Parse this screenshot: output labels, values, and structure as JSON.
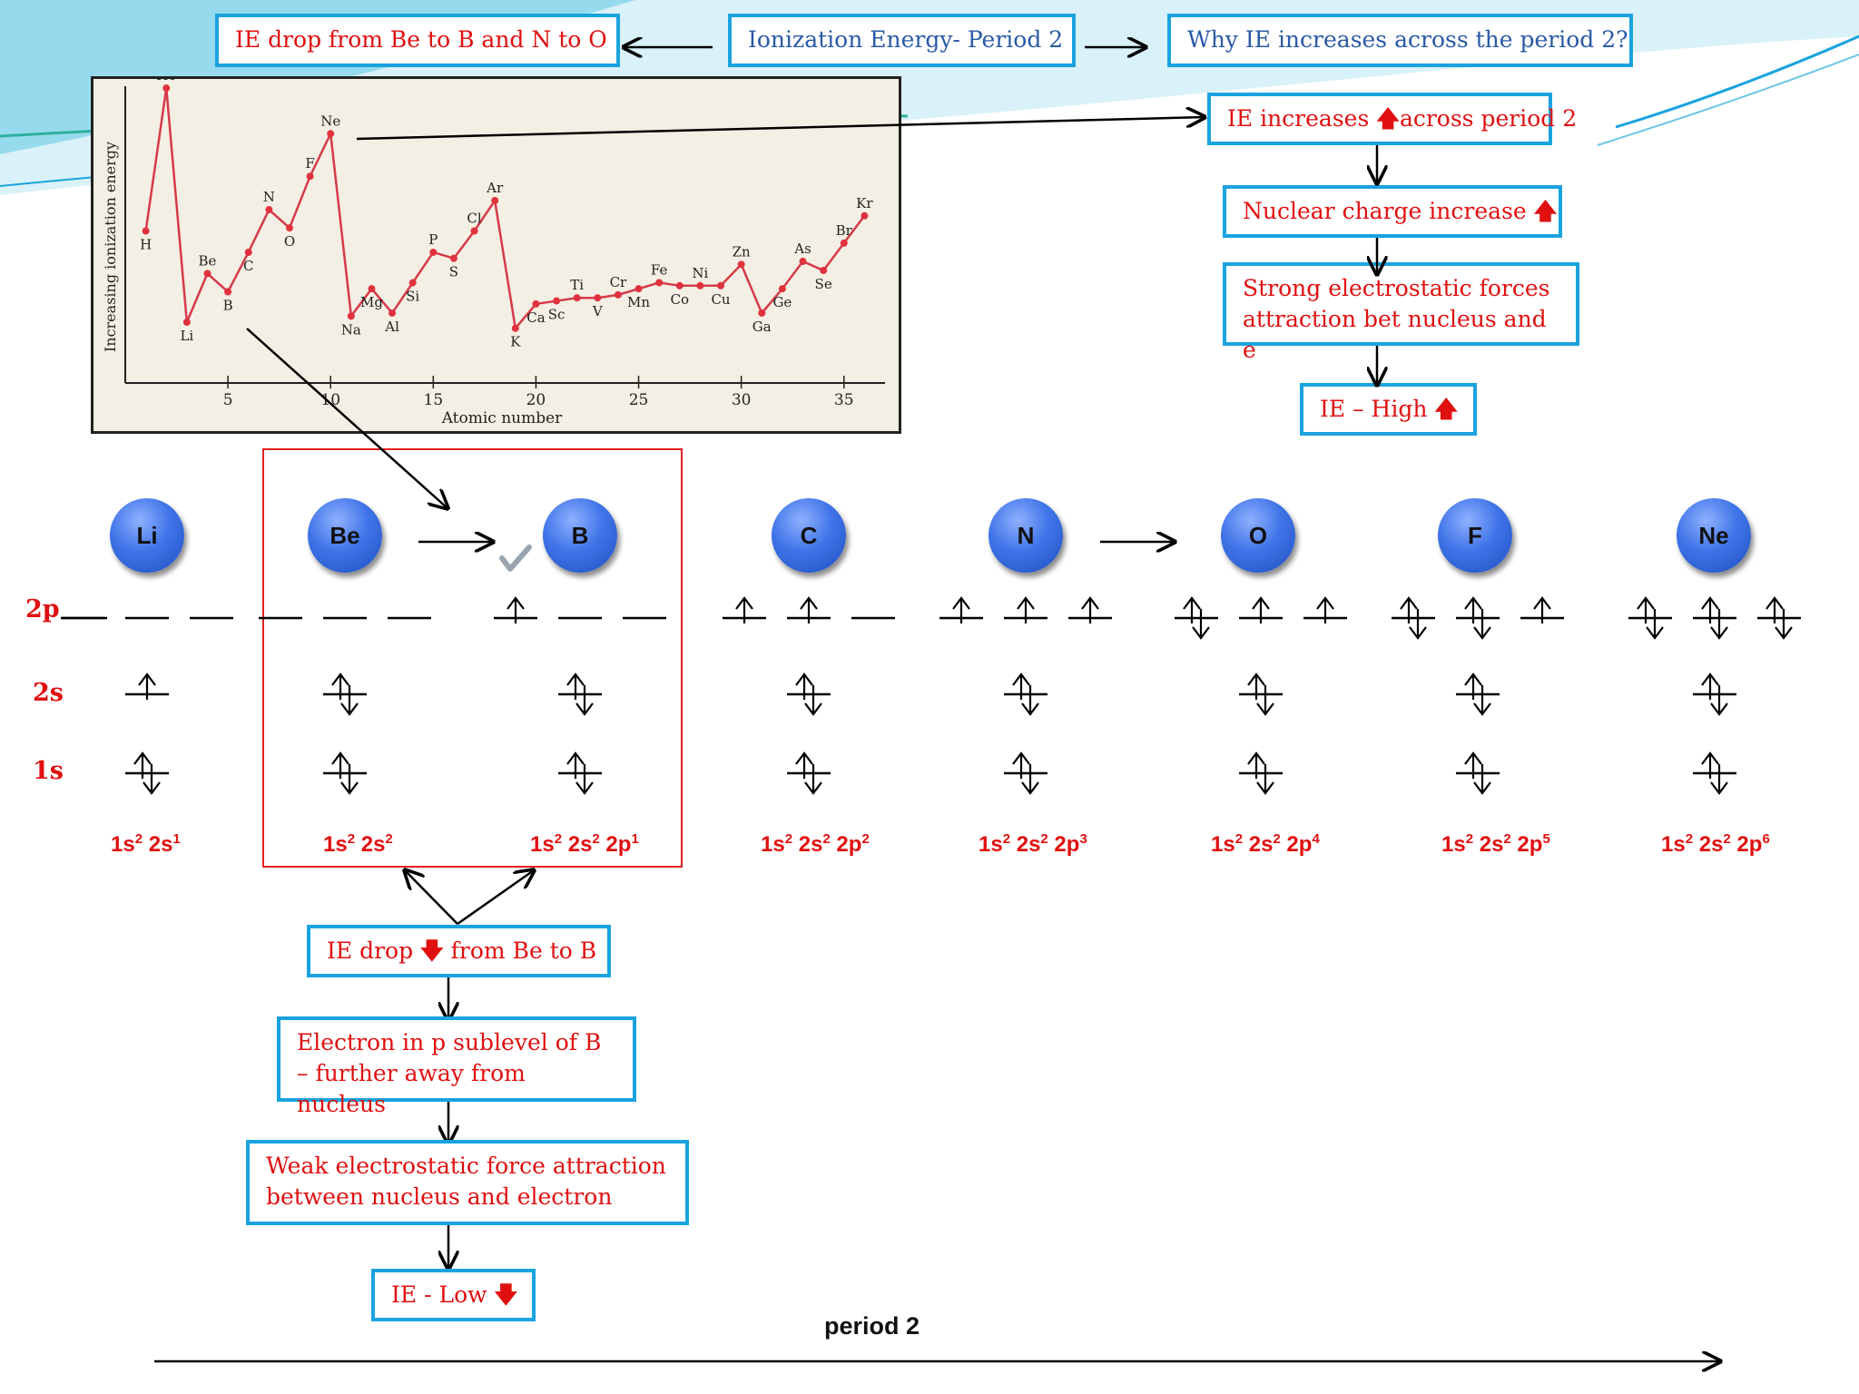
{
  "title_boxes": {
    "main": "Ionization Energy- Period 2",
    "left": "IE drop from Be to B and N to O",
    "right": "Why IE increases across the period 2?"
  },
  "right_flow": {
    "step1_a": "IE increases ",
    "step1_b": "across period 2",
    "step2": "Nuclear charge increase ",
    "step3_line1": "Strong electrostatic forces",
    "step3_line2": "attraction bet nucleus and e",
    "step4": "IE – High "
  },
  "left_flow": {
    "step1_a": "IE drop ",
    "step1_b": " from Be to B",
    "step2_line1": "Electron in p sublevel of B",
    "step2_line2": "– further away from nucleus",
    "step3_line1": "Weak electrostatic force attraction",
    "step3_line2": "between nucleus and electron",
    "step4": "IE - Low "
  },
  "icons": {
    "up": "red-up-arrow-icon",
    "down": "red-down-arrow-icon",
    "check": "checkmark-icon"
  },
  "levels": {
    "p2": "2p",
    "s2": "2s",
    "s1": "1s"
  },
  "atoms": [
    "Li",
    "Be",
    "B",
    "C",
    "N",
    "O",
    "F",
    "Ne"
  ],
  "configs": [
    [
      [
        "1s",
        "2"
      ],
      [
        " 2s",
        "1"
      ]
    ],
    [
      [
        "1s",
        "2"
      ],
      [
        " 2s",
        "2"
      ]
    ],
    [
      [
        "1s",
        "2"
      ],
      [
        " 2s",
        "2"
      ],
      [
        " 2p",
        "1"
      ]
    ],
    [
      [
        "1s",
        "2"
      ],
      [
        " 2s",
        "2"
      ],
      [
        " 2p",
        "2"
      ]
    ],
    [
      [
        "1s",
        "2"
      ],
      [
        " 2s",
        "2"
      ],
      [
        " 2p",
        "3"
      ]
    ],
    [
      [
        "1s",
        "2"
      ],
      [
        " 2s",
        "2"
      ],
      [
        " 2p",
        "4"
      ]
    ],
    [
      [
        "1s",
        "2"
      ],
      [
        " 2s",
        "2"
      ],
      [
        " 2p",
        "5"
      ]
    ],
    [
      [
        "1s",
        "2"
      ],
      [
        " 2s",
        "2"
      ],
      [
        " 2p",
        "6"
      ]
    ]
  ],
  "orbitals": [
    {
      "s1": 2,
      "s2": 1,
      "p": [
        0,
        0,
        0
      ]
    },
    {
      "s1": 2,
      "s2": 2,
      "p": [
        0,
        0,
        0
      ]
    },
    {
      "s1": 2,
      "s2": 2,
      "p": [
        1,
        0,
        0
      ]
    },
    {
      "s1": 2,
      "s2": 2,
      "p": [
        1,
        1,
        0
      ]
    },
    {
      "s1": 2,
      "s2": 2,
      "p": [
        1,
        1,
        1
      ]
    },
    {
      "s1": 2,
      "s2": 2,
      "p": [
        2,
        1,
        1
      ]
    },
    {
      "s1": 2,
      "s2": 2,
      "p": [
        2,
        2,
        1
      ]
    },
    {
      "s1": 2,
      "s2": 2,
      "p": [
        2,
        2,
        2
      ]
    }
  ],
  "period_label": "period 2",
  "chart_data": {
    "type": "line",
    "xlabel": "Atomic number",
    "ylabel": "Increasing ionization energy",
    "xticks": [
      5,
      10,
      15,
      20,
      25,
      30,
      35
    ],
    "xlim": [
      0,
      37
    ],
    "ylim": [
      0,
      1
    ],
    "y_units": "relative (no numeric scale shown)",
    "points": [
      {
        "z": 1,
        "label": "H",
        "y": 0.5
      },
      {
        "z": 2,
        "label": "He",
        "y": 0.97
      },
      {
        "z": 3,
        "label": "Li",
        "y": 0.2
      },
      {
        "z": 4,
        "label": "Be",
        "y": 0.36
      },
      {
        "z": 5,
        "label": "B",
        "y": 0.3
      },
      {
        "z": 6,
        "label": "C",
        "y": 0.43
      },
      {
        "z": 7,
        "label": "N",
        "y": 0.57
      },
      {
        "z": 8,
        "label": "O",
        "y": 0.51
      },
      {
        "z": 9,
        "label": "F",
        "y": 0.68
      },
      {
        "z": 10,
        "label": "Ne",
        "y": 0.82
      },
      {
        "z": 11,
        "label": "Na",
        "y": 0.22
      },
      {
        "z": 12,
        "label": "Mg",
        "y": 0.31
      },
      {
        "z": 13,
        "label": "Al",
        "y": 0.23
      },
      {
        "z": 14,
        "label": "Si",
        "y": 0.33
      },
      {
        "z": 15,
        "label": "P",
        "y": 0.43
      },
      {
        "z": 16,
        "label": "S",
        "y": 0.41
      },
      {
        "z": 17,
        "label": "Cl",
        "y": 0.5
      },
      {
        "z": 18,
        "label": "Ar",
        "y": 0.6
      },
      {
        "z": 19,
        "label": "K",
        "y": 0.18
      },
      {
        "z": 20,
        "label": "Ca",
        "y": 0.26
      },
      {
        "z": 21,
        "label": "Sc",
        "y": 0.27
      },
      {
        "z": 22,
        "label": "Ti",
        "y": 0.28
      },
      {
        "z": 23,
        "label": "V",
        "y": 0.28
      },
      {
        "z": 24,
        "label": "Cr",
        "y": 0.29
      },
      {
        "z": 25,
        "label": "Mn",
        "y": 0.31
      },
      {
        "z": 26,
        "label": "Fe",
        "y": 0.33
      },
      {
        "z": 27,
        "label": "Co",
        "y": 0.32
      },
      {
        "z": 28,
        "label": "Ni",
        "y": 0.32
      },
      {
        "z": 29,
        "label": "Cu",
        "y": 0.32
      },
      {
        "z": 30,
        "label": "Zn",
        "y": 0.39
      },
      {
        "z": 31,
        "label": "Ga",
        "y": 0.23
      },
      {
        "z": 32,
        "label": "Ge",
        "y": 0.31
      },
      {
        "z": 33,
        "label": "As",
        "y": 0.4
      },
      {
        "z": 34,
        "label": "Se",
        "y": 0.37
      },
      {
        "z": 35,
        "label": "Br",
        "y": 0.46
      },
      {
        "z": 36,
        "label": "Kr",
        "y": 0.55
      }
    ]
  }
}
